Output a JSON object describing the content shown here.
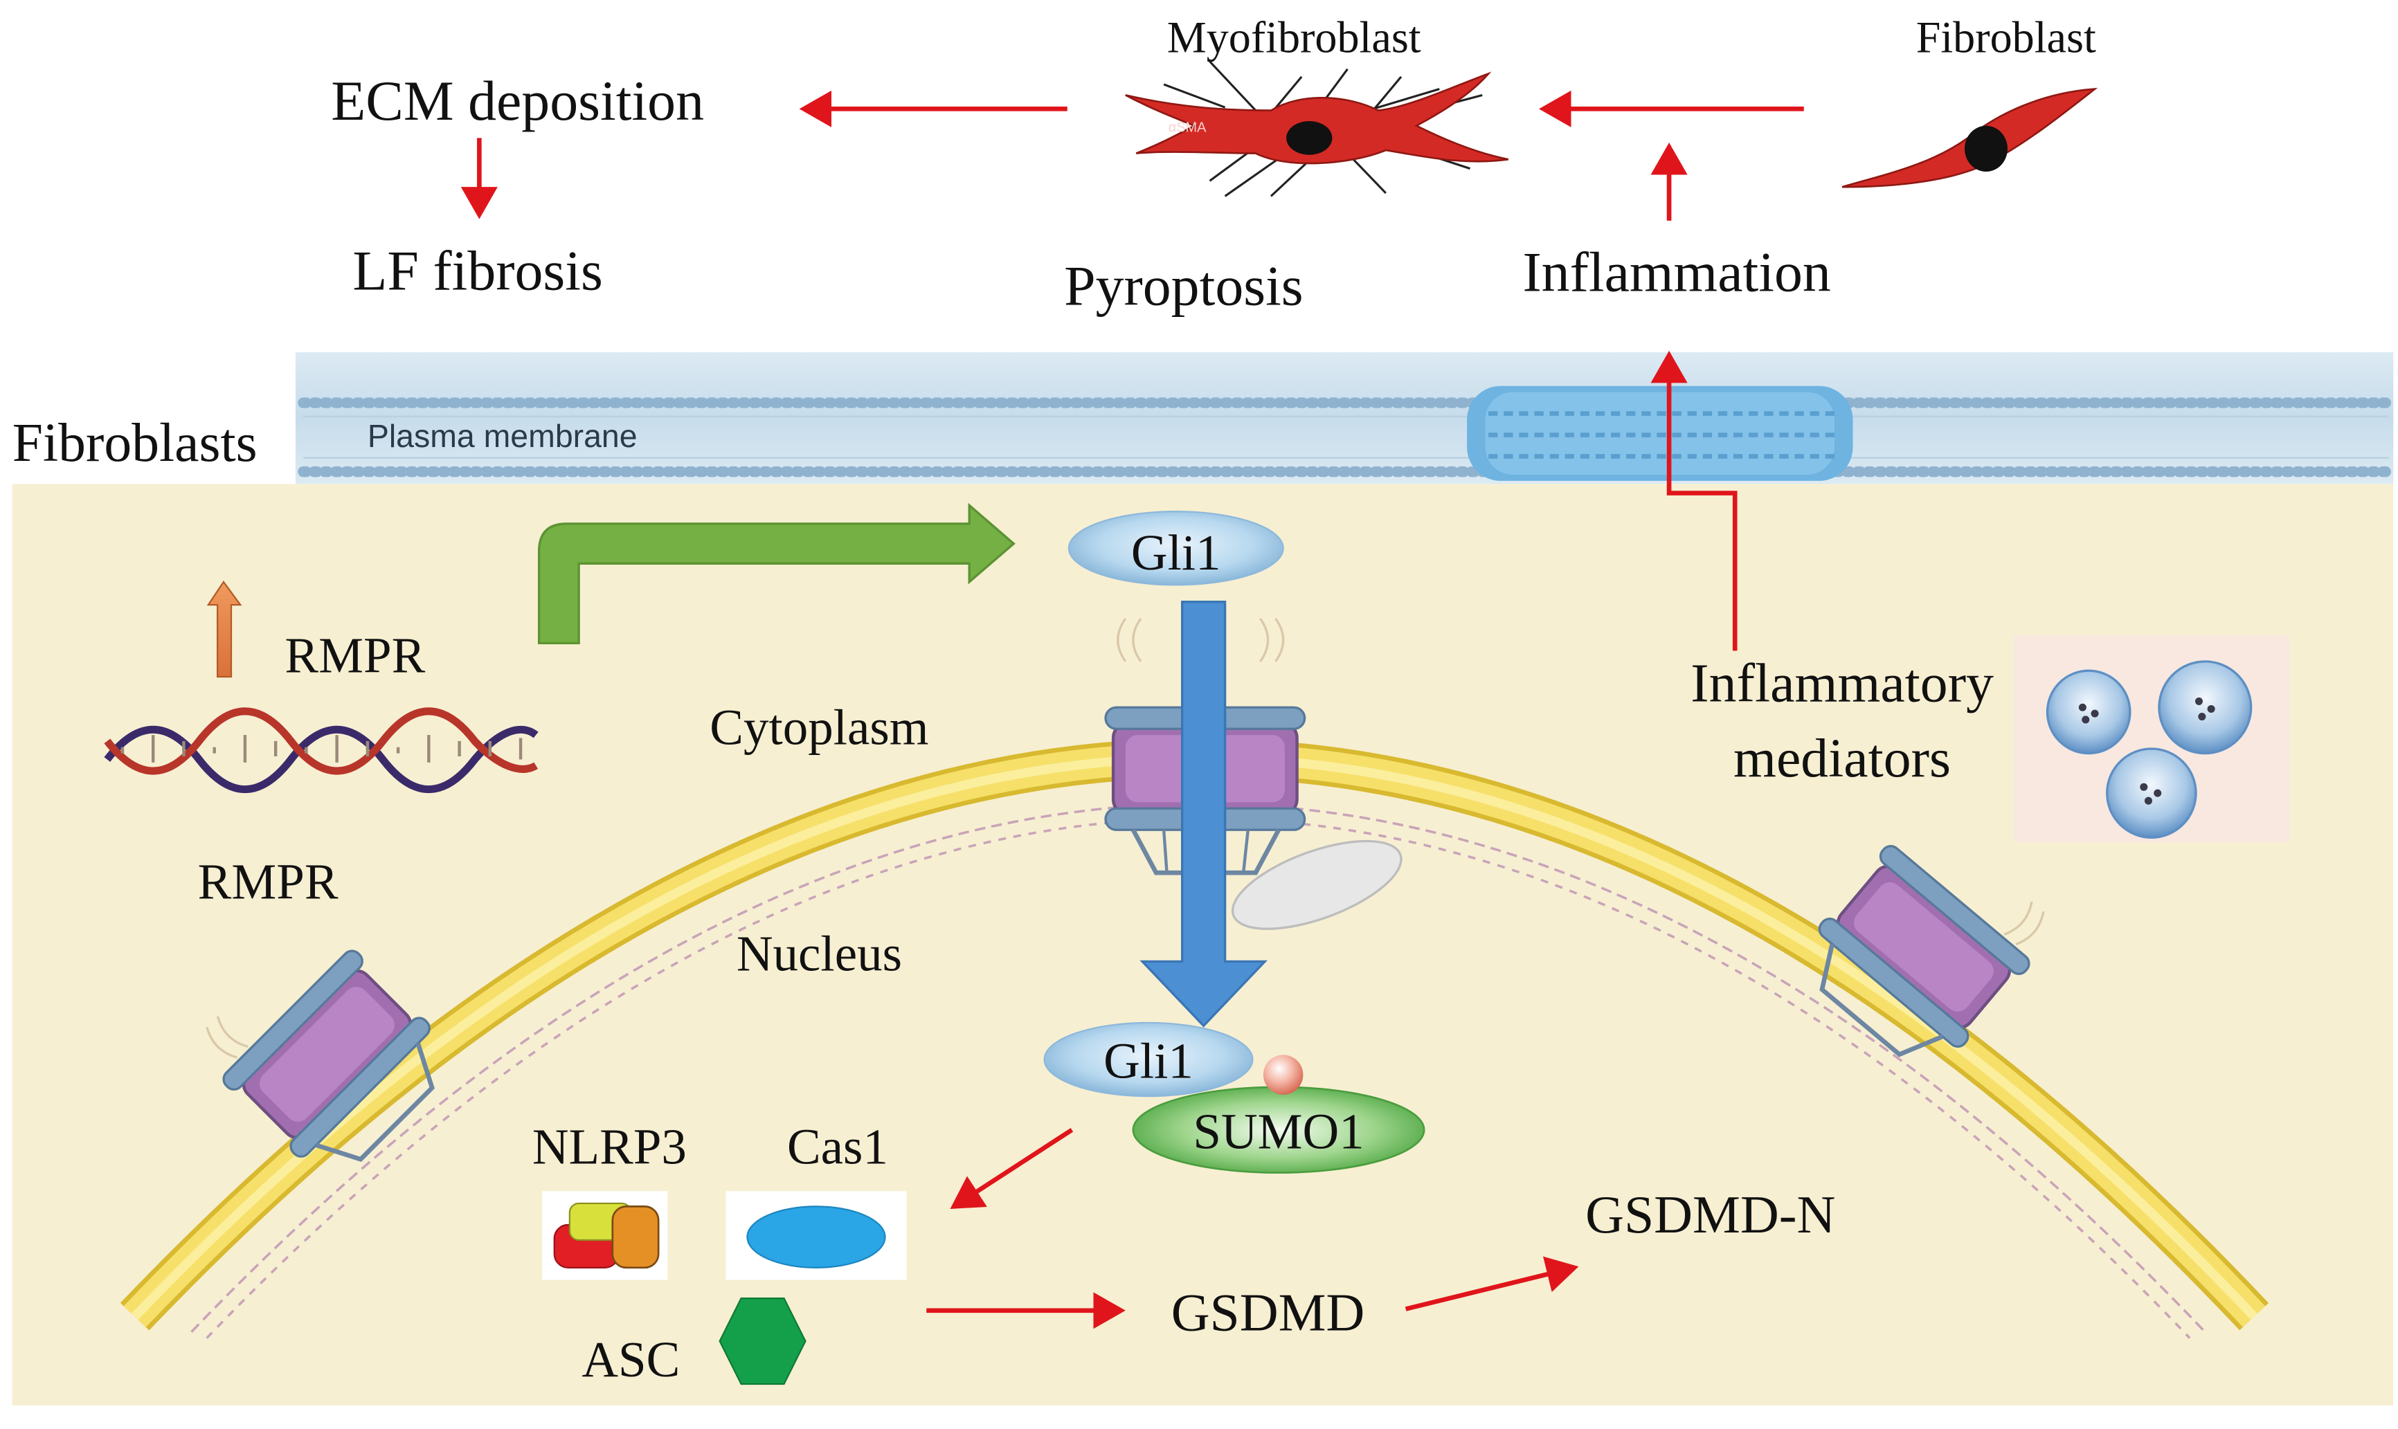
{
  "labels": {
    "myofibroblast": "Myofibroblast",
    "fibroblast_cell": "Fibroblast",
    "ecm_deposition": "ECM deposition",
    "lf_fibrosis": "LF fibrosis",
    "pyroptosis": "Pyroptosis",
    "inflammation": "Inflammation",
    "fibroblasts": "Fibroblasts",
    "plasma_membrane": "Plasma membrane",
    "rmpr_upper": "RMPR",
    "rmpr_lower": "RMPR",
    "cytoplasm": "Cytoplasm",
    "nucleus": "Nucleus",
    "gli1_top": "Gli1",
    "gli1_bottom": "Gli1",
    "sumo1": "SUMO1",
    "inflammatory_mediators_1": "Inflammatory",
    "inflammatory_mediators_2": "mediators",
    "nlrp3": "NLRP3",
    "cas1": "Cas1",
    "asc": "ASC",
    "gsdmd": "GSDMD",
    "gsdmd_n": "GSDMD-N",
    "asma": "αSMA"
  },
  "colors": {
    "arrow_red": "#e0151b",
    "cell_red": "#d42a25",
    "nucleus_black": "#111111",
    "cytoplasm_bg": "#f7efd2",
    "membrane_blue": "#a8c6da",
    "nuclear_envelope": "#f2d64a",
    "gli1_blue": "#a9cde8",
    "blue_arrow": "#4c8fd3",
    "green_arrow": "#74b043",
    "sumo1_green": "#5bb548",
    "cas1_blue": "#2aa5e6",
    "asc_green": "#14a04a",
    "rmpr_arrow": "#e8834a"
  }
}
